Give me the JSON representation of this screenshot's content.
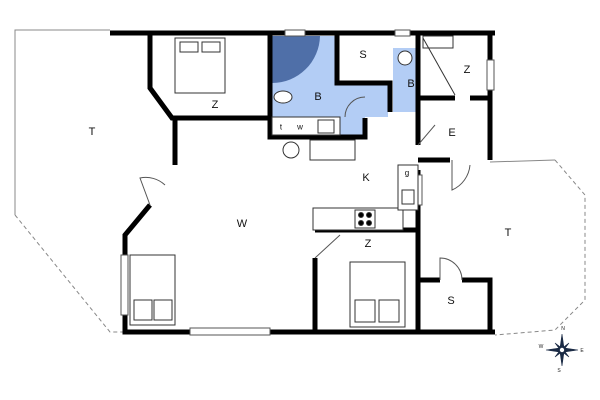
{
  "rooms": [
    {
      "id": "terrace-left",
      "label": "T"
    },
    {
      "id": "bedroom-top-left",
      "label": "Z"
    },
    {
      "id": "bathroom-main",
      "label": "B"
    },
    {
      "id": "storage-top",
      "label": "S"
    },
    {
      "id": "bathroom-small",
      "label": "B"
    },
    {
      "id": "bedroom-top-right",
      "label": "Z"
    },
    {
      "id": "entrance",
      "label": "E"
    },
    {
      "id": "kitchen",
      "label": "K"
    },
    {
      "id": "living",
      "label": "W"
    },
    {
      "id": "bedroom-middle",
      "label": "Z"
    },
    {
      "id": "terrace-right",
      "label": "T"
    },
    {
      "id": "storage-bottom",
      "label": "S"
    }
  ],
  "fixtures": {
    "dryer": "t",
    "washer": "w",
    "dishwasher": "g"
  },
  "compass": {
    "n": "N",
    "e": "E",
    "s": "S",
    "w": "W"
  },
  "colors": {
    "bathroom": "#b3cdf5",
    "shower": "#4f6fa8",
    "wall": "#000000"
  }
}
